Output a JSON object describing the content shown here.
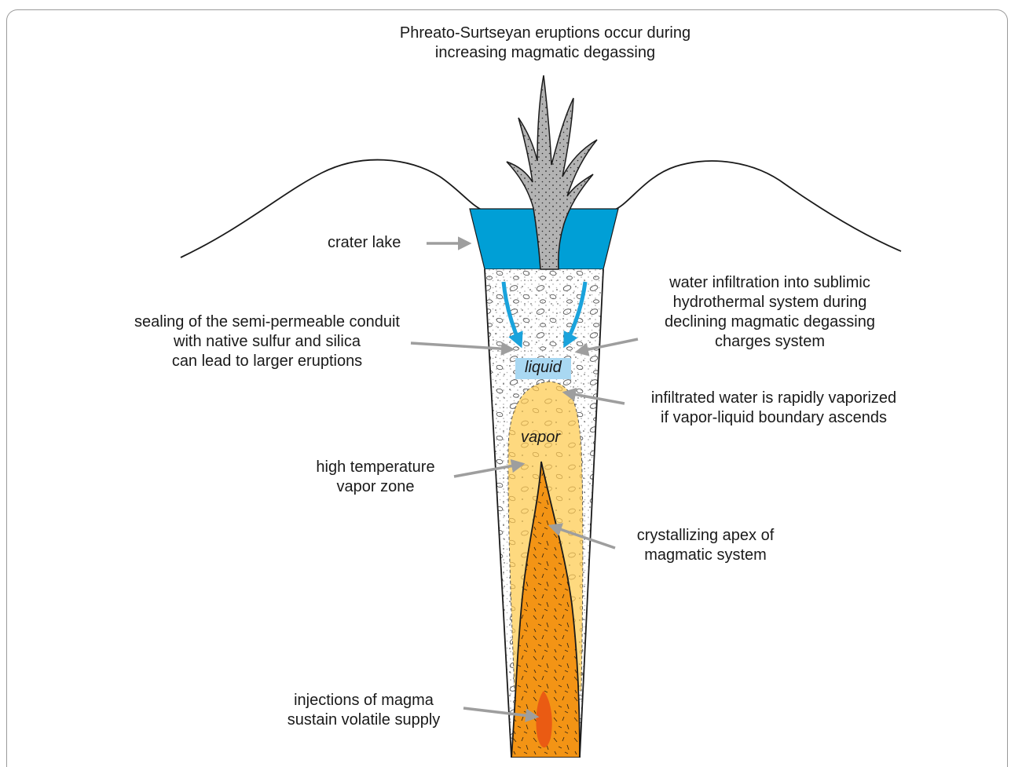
{
  "title": {
    "line1": "Phreato-Surtseyan eruptions occur during",
    "line2": "increasing magmatic degassing"
  },
  "labels": {
    "crater_lake": "crater lake",
    "sealing": [
      "sealing of the semi-permeable conduit",
      "with native sulfur and silica",
      "can lead to larger eruptions"
    ],
    "water_infiltration": [
      "water infiltration into sublimic",
      "hydrothermal system during",
      "declining magmatic degassing",
      "charges system"
    ],
    "infiltrated_water": [
      "infiltrated water is rapidly vaporized",
      "if vapor-liquid boundary ascends"
    ],
    "high_temp": [
      "high temperature",
      "vapor zone"
    ],
    "crystallizing": [
      "crystallizing apex of",
      "magmatic system"
    ],
    "injections": [
      "injections of magma",
      "sustain volatile supply"
    ],
    "liquid": "liquid",
    "vapor": "vapor"
  },
  "colors": {
    "lake": "#009fd6",
    "liquid_box": "#a9d8f2",
    "vapor_zone": "#fed97f",
    "magma": "#f39415",
    "injection": "#ea5b13",
    "plume": "#b3b3b3",
    "arrow": "#9e9e9e",
    "flow_arrow": "#1aa3dc"
  }
}
